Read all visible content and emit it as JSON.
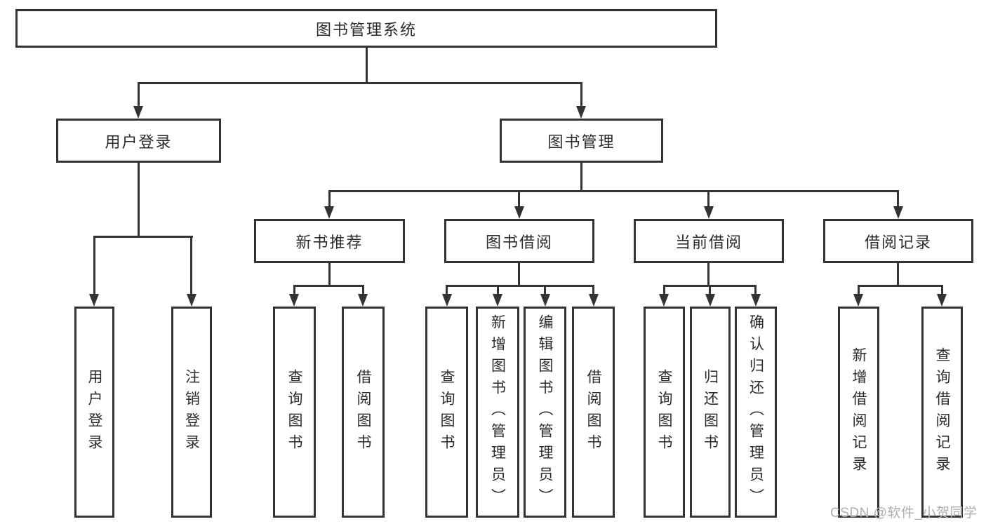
{
  "tree": {
    "root": "图书管理系统",
    "branches": [
      {
        "label": "用户登录",
        "children": [
          "用户登录",
          "注销登录"
        ]
      },
      {
        "label": "图书管理",
        "sections": [
          {
            "label": "新书推荐",
            "children": [
              "查询图书",
              "借阅图书"
            ]
          },
          {
            "label": "图书借阅",
            "children": [
              "查询图书",
              "新增图书（管理员）",
              "编辑图书（管理员）",
              "借阅图书"
            ]
          },
          {
            "label": "当前借阅",
            "children": [
              "查询图书",
              "归还图书",
              "确认归还（管理员）"
            ]
          },
          {
            "label": "借阅记录",
            "children": [
              "新增借阅记录",
              "查询借阅记录"
            ]
          }
        ]
      }
    ]
  },
  "watermark": "CSDN @软件_小贺同学",
  "colors": {
    "line": "#333333",
    "text": "#2b2b2b",
    "watermark": "#aeaeae",
    "background": "#ffffff"
  }
}
